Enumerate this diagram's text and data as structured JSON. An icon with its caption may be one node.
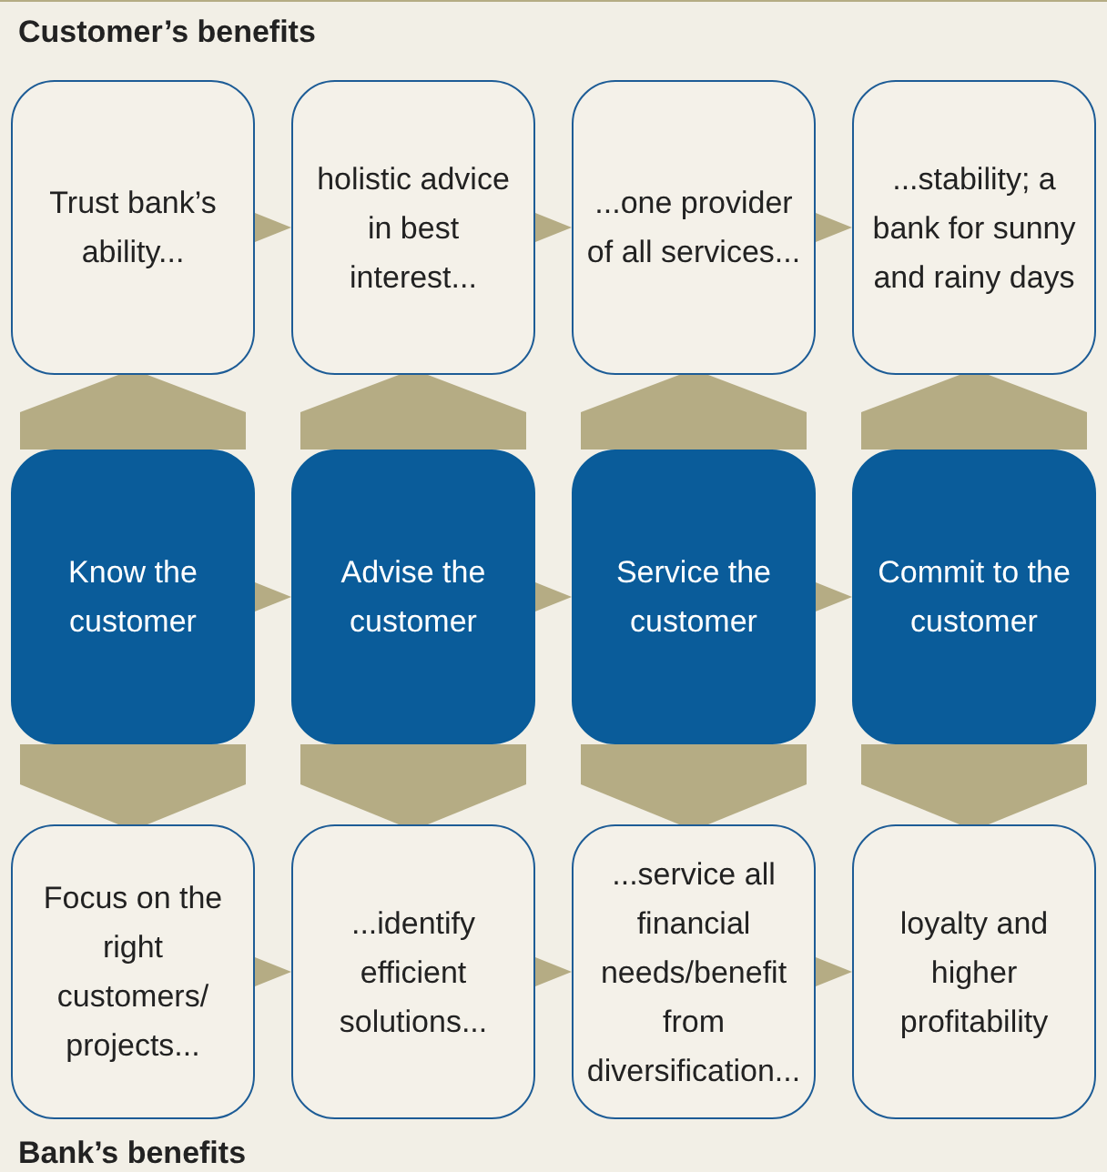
{
  "diagram": {
    "nodes": [
      {
        "text": [
          "Trust bank’s ability..."
        ]
      },
      {
        "text": [
          "holistic advice in best interest..."
        ]
      },
      {
        "text": [
          "...one provider of all services..."
        ]
      },
      {
        "text": [
          "...stability; a bank for sunny and rainy days"
        ]
      },
      {
        "text": [
          "Know the customer"
        ]
      },
      {
        "text": [
          "Advise the customer"
        ]
      },
      {
        "text": [
          "Service the customer"
        ]
      },
      {
        "text": [
          "Commit to the customer"
        ]
      },
      {
        "text": [
          "Focus on the right customers/ projects..."
        ]
      },
      {
        "text": [
          "...identify efficient solutions..."
        ]
      },
      {
        "text": [
          "...service all financial needs/benefit from diversification..."
        ]
      },
      {
        "text": [
          "loyalty and higher profitability"
        ]
      }
    ],
    "edges": [
      {
        "from": 0,
        "to": 1,
        "arrow": "to"
      },
      {
        "from": 1,
        "to": 2,
        "arrow": "to"
      },
      {
        "from": 2,
        "to": 3,
        "arrow": "to"
      },
      {
        "from": 4,
        "to": 0,
        "arrow": "to"
      },
      {
        "from": 5,
        "to": 1,
        "arrow": "to"
      },
      {
        "from": 6,
        "to": 2,
        "arrow": "to"
      },
      {
        "from": 7,
        "to": 3,
        "arrow": "to"
      },
      {
        "from": 4,
        "to": 5,
        "arrow": "to"
      },
      {
        "from": 5,
        "to": 6,
        "arrow": "to"
      },
      {
        "from": 6,
        "to": 7,
        "arrow": "to"
      },
      {
        "from": 4,
        "to": 8,
        "arrow": "to"
      },
      {
        "from": 5,
        "to": 9,
        "arrow": "to"
      },
      {
        "from": 6,
        "to": 10,
        "arrow": "to"
      },
      {
        "from": 7,
        "to": 11,
        "arrow": "to"
      },
      {
        "from": 8,
        "to": 9,
        "arrow": "to"
      },
      {
        "from": 9,
        "to": 10,
        "arrow": "to"
      },
      {
        "from": 10,
        "to": 11,
        "arrow": "to"
      }
    ],
    "labels": [
      "Customer’s benefits",
      "Bank’s benefits"
    ]
  }
}
